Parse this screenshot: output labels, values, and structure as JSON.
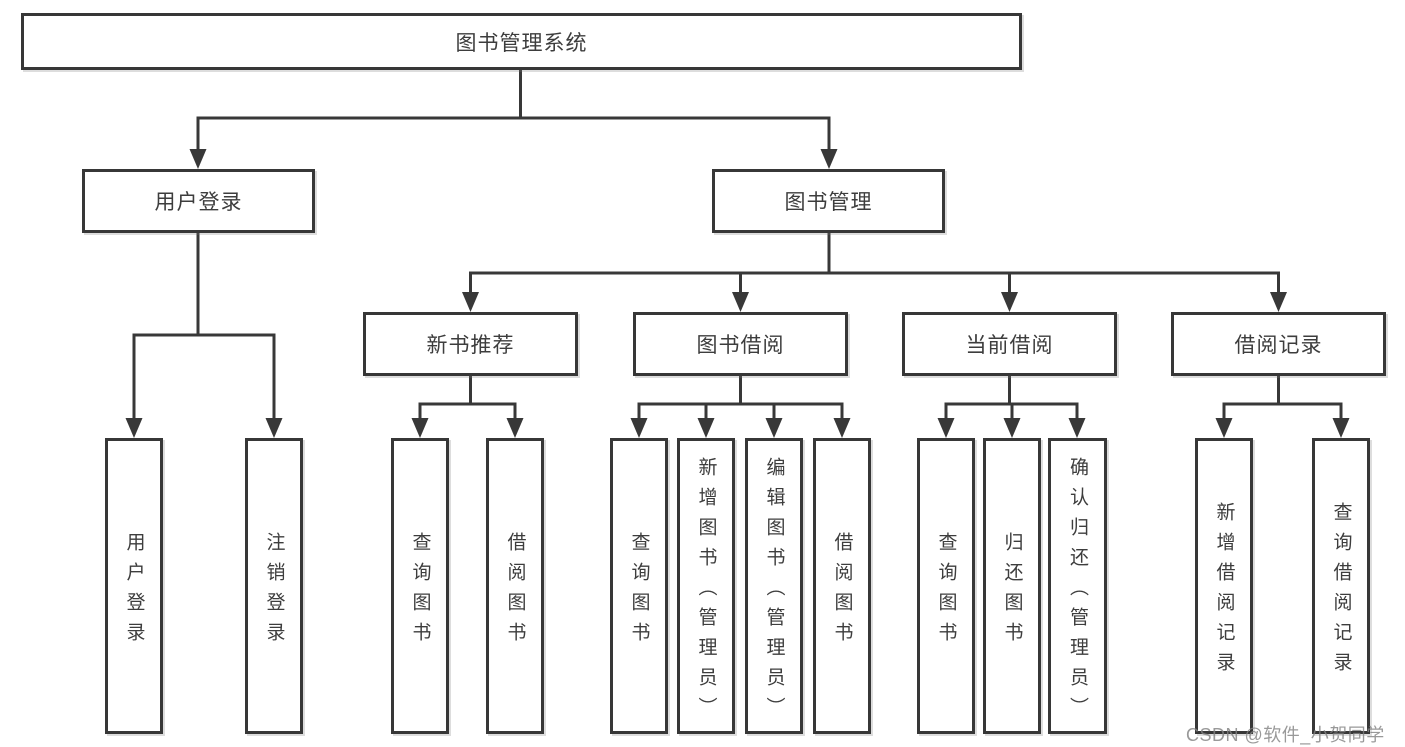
{
  "tree": {
    "label": "图书管理系统",
    "children": [
      {
        "label": "用户登录",
        "children": [
          {
            "label": "用户登录"
          },
          {
            "label": "注销登录"
          }
        ]
      },
      {
        "label": "图书管理",
        "children": [
          {
            "label": "新书推荐",
            "children": [
              {
                "label": "查询图书"
              },
              {
                "label": "借阅图书"
              }
            ]
          },
          {
            "label": "图书借阅",
            "children": [
              {
                "label": "查询图书"
              },
              {
                "label": "新增图书（管理员）"
              },
              {
                "label": "编辑图书（管理员）"
              },
              {
                "label": "借阅图书"
              }
            ]
          },
          {
            "label": "当前借阅",
            "children": [
              {
                "label": "查询图书"
              },
              {
                "label": "归还图书"
              },
              {
                "label": "确认归还（管理员）"
              }
            ]
          },
          {
            "label": "借阅记录",
            "children": [
              {
                "label": "新增借阅记录"
              },
              {
                "label": "查询借阅记录"
              }
            ]
          }
        ]
      }
    ]
  },
  "watermark": "CSDN @软件_小贺同学",
  "colors": {
    "line": "#383838",
    "box_border": "#373737",
    "text": "#3d3d3d",
    "box_background": "#ffffff",
    "page_background": "#ffffff",
    "watermark": "#828282"
  }
}
